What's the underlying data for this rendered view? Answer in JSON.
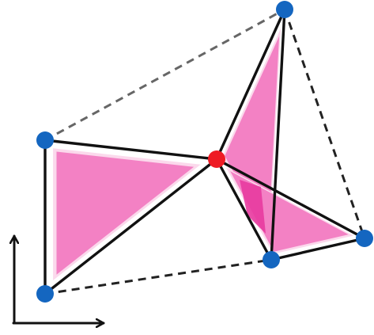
{
  "diagram": {
    "background": "#ffffff",
    "colors": {
      "fill": "#f27ac0",
      "fill_halo": "#fbd9ec",
      "fill_overlap": "#e83aa0",
      "edge": "#111111",
      "dashed_outer": "#666666",
      "dashed_side": "#222222",
      "outer_vertex": "#1466c0",
      "center_vertex": "#ee1b24",
      "axes": "#111111"
    },
    "vertices": [
      {
        "id": "top-right",
        "kind": "outer"
      },
      {
        "id": "left-top",
        "kind": "outer"
      },
      {
        "id": "left-bottom",
        "kind": "outer"
      },
      {
        "id": "bottom-middle",
        "kind": "outer"
      },
      {
        "id": "right",
        "kind": "outer"
      },
      {
        "id": "center",
        "kind": "center"
      }
    ],
    "triangles": [
      {
        "id": "left-triangle",
        "vertices": [
          "left-top",
          "center",
          "left-bottom"
        ]
      },
      {
        "id": "upper-triangle",
        "vertices": [
          "top-right",
          "center",
          "bottom-middle"
        ]
      },
      {
        "id": "lower-triangle",
        "vertices": [
          "center",
          "bottom-middle",
          "right"
        ]
      }
    ],
    "solid_edges": [
      [
        "left-top",
        "center"
      ],
      [
        "left-top",
        "left-bottom"
      ],
      [
        "left-bottom",
        "center"
      ],
      [
        "center",
        "top-right"
      ],
      [
        "top-right",
        "bottom-middle"
      ],
      [
        "center",
        "bottom-middle"
      ],
      [
        "center",
        "right"
      ],
      [
        "bottom-middle",
        "right"
      ]
    ],
    "dashed_edges": [
      {
        "from": "left-top",
        "to": "top-right",
        "style": "outer"
      },
      {
        "from": "top-right",
        "to": "right",
        "style": "side"
      },
      {
        "from": "left-bottom",
        "to": "bottom-middle",
        "style": "side"
      }
    ],
    "axes": {
      "directions": [
        "up",
        "right"
      ]
    }
  }
}
